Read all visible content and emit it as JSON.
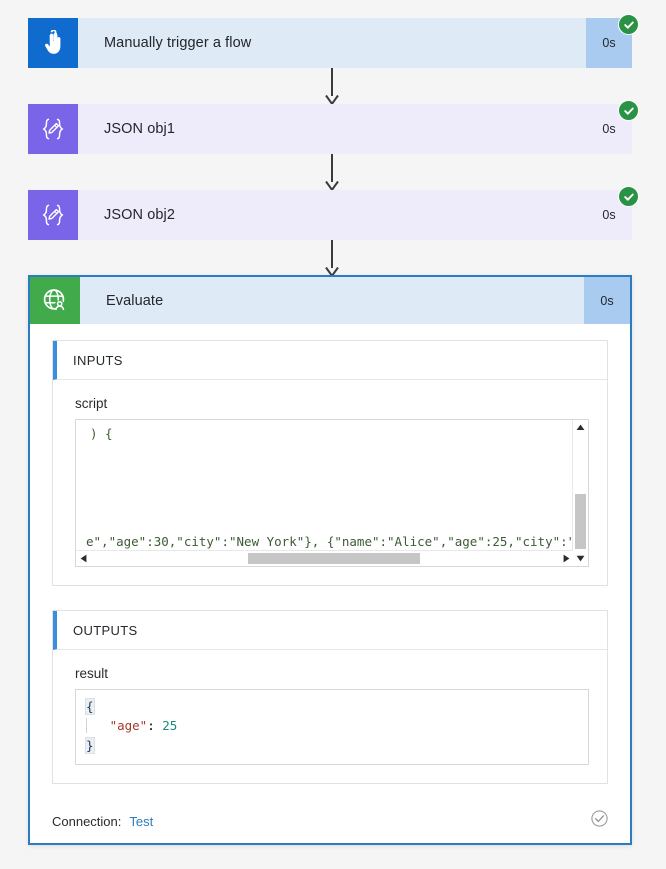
{
  "flow": {
    "steps": [
      {
        "name": "Manually trigger a flow",
        "duration": "0s",
        "icon": "pointing-hand-icon",
        "status": "succeeded"
      },
      {
        "name": "JSON obj1",
        "duration": "0s",
        "icon": "compose-braces-icon",
        "status": "succeeded"
      },
      {
        "name": "JSON obj2",
        "duration": "0s",
        "icon": "compose-braces-icon",
        "status": "succeeded"
      }
    ],
    "selected_step": {
      "name": "Evaluate",
      "duration": "0s",
      "icon": "globe-search-icon",
      "status": "succeeded",
      "inputs": {
        "section_title": "INPUTS",
        "field_label": "script",
        "code_first_visible_line": ") {",
        "code_last_visible_line": "e\",\"age\":30,\"city\":\"New York\"}, {\"name\":\"Alice\",\"age\":25,\"city\":\"N"
      },
      "outputs": {
        "section_title": "OUTPUTS",
        "field_label": "result",
        "json_lines": [
          "{",
          "    \"age\": 25",
          "}"
        ],
        "result_key": "\"age\"",
        "result_value": "25"
      },
      "connection": {
        "label": "Connection:",
        "value": "Test",
        "status_icon": "check-circle-outline-icon"
      }
    }
  },
  "colors": {
    "trigger_icon_bg": "#0f6cce",
    "compose_icon_bg": "#7a64e8",
    "evaluate_icon_bg": "#41ab4b",
    "success_badge": "#2a9245",
    "selection_border": "#2b7cc0",
    "accent_bar": "#3b8ede",
    "link": "#2b7cc0"
  }
}
